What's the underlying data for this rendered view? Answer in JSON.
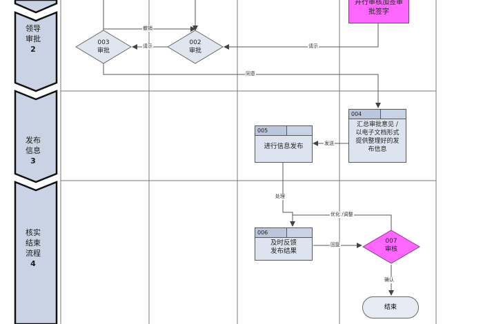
{
  "stages": [
    {
      "label_line1": "领导",
      "label_line2": "审批",
      "number": "2"
    },
    {
      "label_line1": "发布",
      "label_line2": "信息",
      "number": "3"
    },
    {
      "label_line1": "核实",
      "label_line2": "结束",
      "label_line3": "流程",
      "number": "4"
    }
  ],
  "nodes": {
    "node_003": {
      "id": "003",
      "label": "审批"
    },
    "node_002": {
      "id": "002",
      "label": "审批"
    },
    "node_top_magenta": {
      "line1": "并行审核加签审",
      "line2": "批签字"
    },
    "node_004": {
      "id": "004",
      "line1": "汇总审批意见 /",
      "line2": "以电子文档形式",
      "line3": "提供整理好的发",
      "line4": "布信息"
    },
    "node_005": {
      "id": "005",
      "label": "进行信息发布"
    },
    "node_006": {
      "id": "006",
      "line1": "及时反馈",
      "line2": "发布结果"
    },
    "node_007": {
      "id": "007",
      "label": "审核"
    },
    "node_end": {
      "label": "结束"
    }
  },
  "edge_labels": {
    "reject_back": "撤销",
    "request_003": "请示",
    "request_002": "请示",
    "agree": "同意",
    "send": "发送",
    "process": "处理",
    "optimize": "优化 /调整",
    "reply": "回复",
    "confirm": "确认"
  },
  "colors": {
    "lane_header": "#c9d3e4",
    "box_fill": "#dde4ef",
    "box_header": "#b9c6dc",
    "decision_fill": "#dfe6f0",
    "magenta": "#ff66ff",
    "line": "#555555"
  }
}
